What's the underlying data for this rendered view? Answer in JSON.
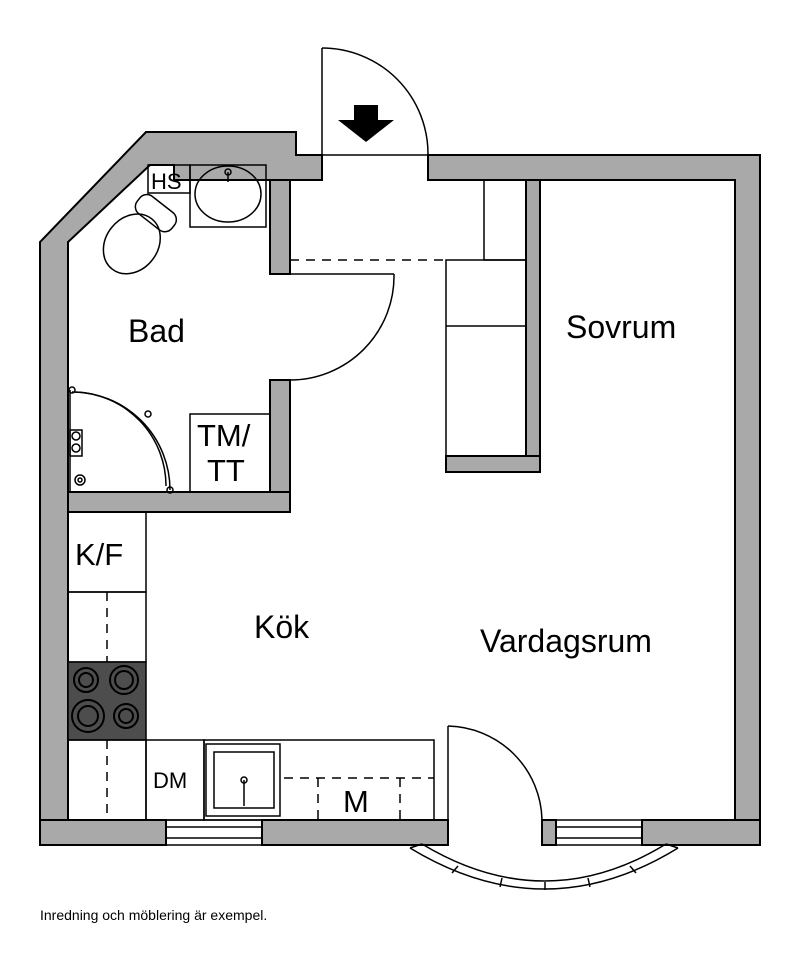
{
  "rooms": {
    "bad": "Bad",
    "sovrum": "Sovrum",
    "kok": "Kök",
    "vardagsrum": "Vardagsrum"
  },
  "fixtures": {
    "hs": "HS",
    "tm": "TM/",
    "tt": "TT",
    "kf": "K/F",
    "dm": "DM",
    "m": "M"
  },
  "note": "Inredning och möblering är exempel.",
  "colors": {
    "wall": "#a9a9a9",
    "stove": "#4d4d4d",
    "line": "#000000"
  },
  "icons": [
    "entrance-arrow-icon"
  ]
}
